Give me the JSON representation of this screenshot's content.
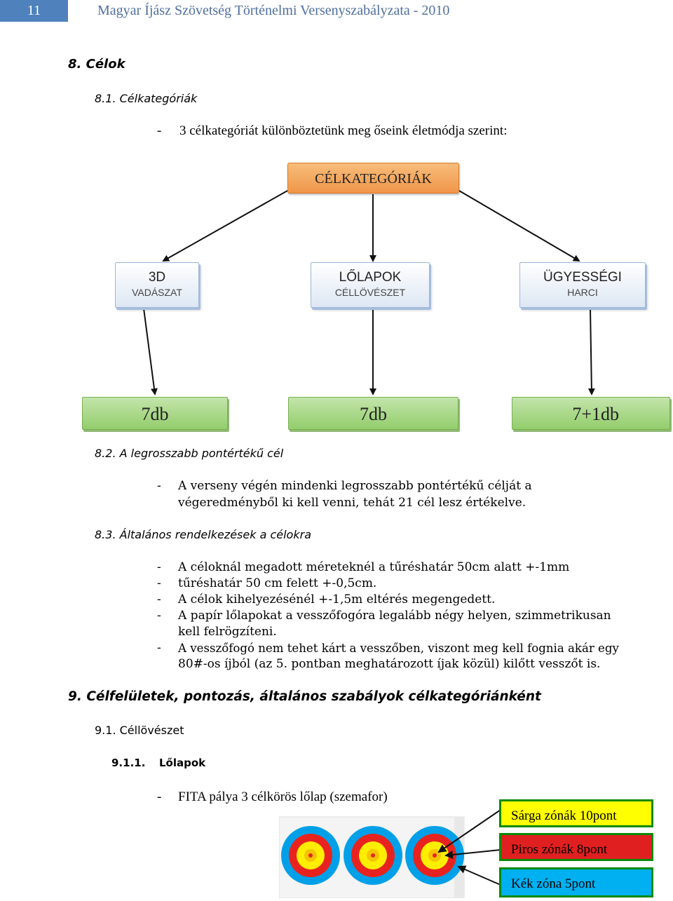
{
  "header": {
    "page_number": "11",
    "title": "Magyar Íjász Szövetség Történelmi Versenyszabályzata - 2010"
  },
  "section8": {
    "heading": "8.  Célok",
    "s81": {
      "heading": "8.1.  Célkategóriák",
      "bullet": "3 célkategóriát különböztetünk meg őseink életmódja szerint:"
    },
    "diagram": {
      "root": "CÉLKATEGÓRIÁK",
      "categories": [
        {
          "title": "3D",
          "subtitle": "VADÁSZAT",
          "count": "7db"
        },
        {
          "title": "LŐLAPOK",
          "subtitle": "CÉLLÖVÉSZET",
          "count": "7db"
        },
        {
          "title": "ÜGYESSÉGI",
          "subtitle": "HARCI",
          "count": "7+1db"
        }
      ]
    },
    "s82": {
      "heading": "8.2.  A legrosszabb pontértékű cél",
      "lines": [
        "A verseny végén mindenki legrosszabb pontértékű célját a",
        "végeredményből ki kell venni, tehát 21 cél lesz értékelve."
      ]
    },
    "s83": {
      "heading": "8.3.  Általános rendelkezések a célokra",
      "lines": [
        "A céloknál megadott méreteknél a tűréshatár 50cm alatt +-1mm",
        "tűréshatár 50 cm felett +-0,5cm.",
        "A célok kihelyezésénél +-1,5m eltérés megengedett.",
        "A papír lőlapokat a vesszőfogóra legalább négy helyen, szimmetrikusan",
        "kell felrögzíteni.",
        "A vesszőfogó nem tehet kárt a vesszőben, viszont meg kell fognia akár egy",
        "80#-os íjból (az 5. pontban meghatározott íjak közül) kilőtt vesszőt is."
      ]
    }
  },
  "section9": {
    "heading": "9.  Célfelületek, pontozás, általános szabályok célkategóriánként",
    "s91": "9.1.  Céllövészet",
    "s911_num": "9.1.1.",
    "s911_title": "Lőlapok",
    "bullet": "FITA pálya 3 célkörös lőlap (szemafor)"
  },
  "target_legend": [
    {
      "label": "Sárga zónák 10pont",
      "color": "#ffff00"
    },
    {
      "label": "Piros zónák 8pont",
      "color": "#e02020"
    },
    {
      "label": "Kék zóna 5pont",
      "color": "#00b0f0"
    }
  ],
  "colors": {
    "accent": "#4f81bd",
    "legend_border": "#0a8a0a"
  }
}
